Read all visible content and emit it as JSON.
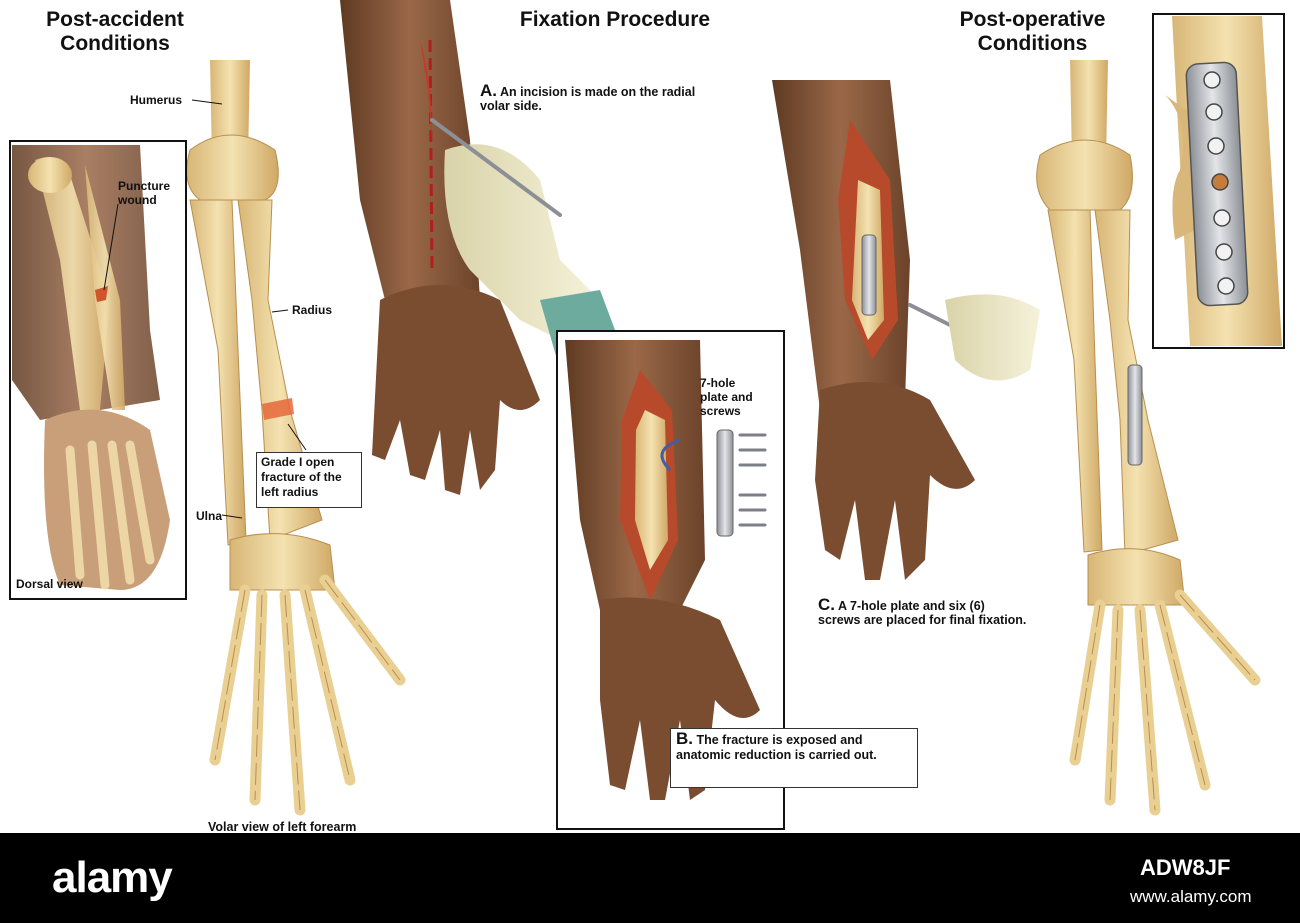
{
  "titles": {
    "post_accident": "Post-accident Conditions",
    "fixation": "Fixation Procedure",
    "post_operative": "Post-operative Conditions"
  },
  "labels": {
    "humerus": "Humerus",
    "puncture_wound": "Puncture wound",
    "radius": "Radius",
    "fracture_callout": "Grade I open fracture of the left radius",
    "ulna": "Ulna",
    "dorsal_view": "Dorsal view",
    "volar_view": "Volar view of left forearm",
    "plate_screws": "7-hole plate and screws"
  },
  "steps": {
    "a_letter": "A.",
    "a_text": "An incision is made on the radial volar side.",
    "b_letter": "B.",
    "b_text": "The fracture is exposed and anatomic reduction is carried out.",
    "c_letter": "C.",
    "c_text": "A 7-hole plate and six (6) screws are placed for final fixation."
  },
  "watermark": {
    "logo": "alamy",
    "image_id": "ADW8JF",
    "url": "www.alamy.com"
  },
  "colors": {
    "bone": "#ecd39a",
    "bone_shadow": "#c9a565",
    "skin": "#8a5a3a",
    "skin_dark": "#5e3a22",
    "glove": "#eee9c6",
    "wound": "#b5452a",
    "plate": "#b8bcc2"
  }
}
